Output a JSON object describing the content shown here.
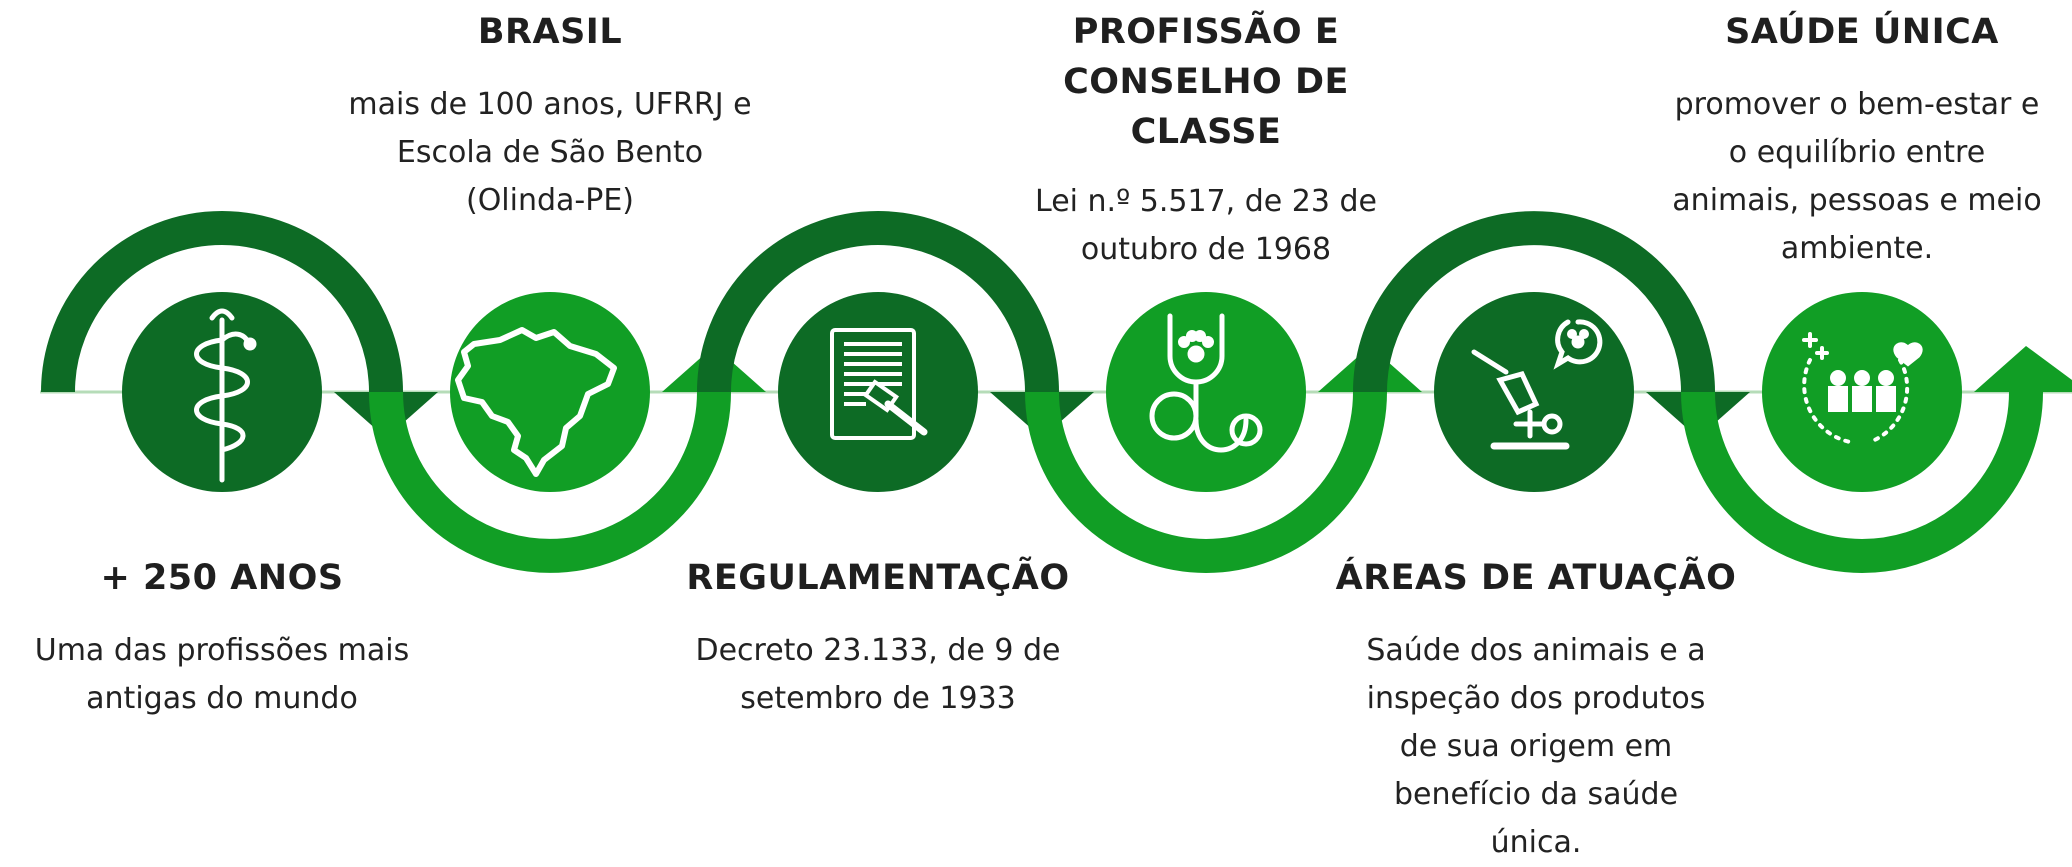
{
  "colors": {
    "dark": "#0d6b25",
    "light": "#119e25",
    "line": "#b6dcb8"
  },
  "steps": [
    {
      "title": "+ 250 ANOS",
      "desc_lines": [
        "Uma das profissões mais",
        "antigas do mundo"
      ],
      "icon": "rod-of-asclepius-icon"
    },
    {
      "title": "BRASIL",
      "desc_lines": [
        "mais de 100 anos, UFRRJ e",
        "Escola de São Bento",
        "(Olinda-PE)"
      ],
      "icon": "brazil-map-icon"
    },
    {
      "title": "REGULAMENTAÇÃO",
      "desc_lines": [
        "Decreto 23.133, de 9 de",
        "setembro de 1933"
      ],
      "icon": "document-gavel-icon"
    },
    {
      "title_lines": [
        "PROFISSÃO E",
        "CONSELHO DE",
        "CLASSE"
      ],
      "desc_lines": [
        "Lei n.º 5.517, de 23 de",
        "outubro de 1968"
      ],
      "icon": "paw-stethoscope-icon"
    },
    {
      "title": "ÁREAS DE ATUAÇÃO",
      "desc_lines": [
        "Saúde dos animais e a",
        "inspeção dos produtos",
        "de sua origem em",
        "benefício da saúde",
        "única."
      ],
      "icon": "microscope-paw-icon"
    },
    {
      "title": "SAÚDE ÚNICA",
      "desc_lines": [
        "promover o bem-estar e",
        "o equilíbrio entre",
        "animais, pessoas e meio",
        "ambiente."
      ],
      "icon": "people-health-icon"
    }
  ]
}
